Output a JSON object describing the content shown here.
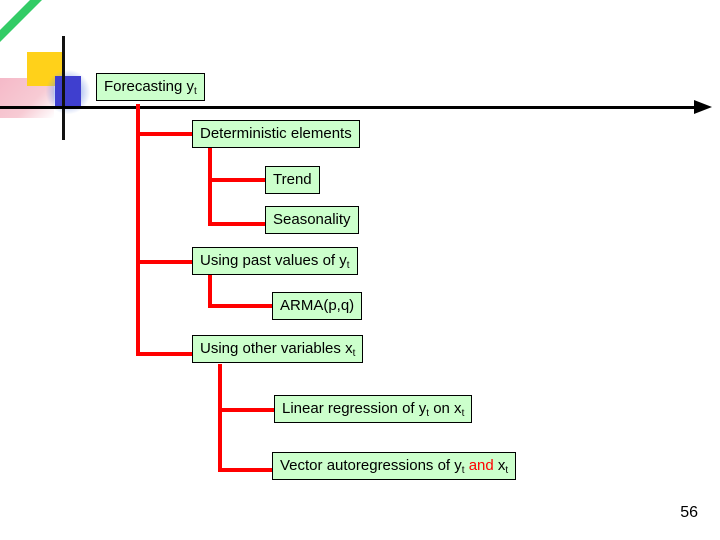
{
  "slide": {
    "page_number": "56",
    "accent_color": "#ff0000",
    "node_fill": "#ccffcc",
    "axis_color": "#000000",
    "nodes": [
      {
        "id": "forecasting",
        "text_main": "Forecasting y",
        "sub": "t",
        "text_tail": ""
      },
      {
        "id": "deterministic",
        "text_main": "Deterministic elements",
        "sub": "",
        "text_tail": ""
      },
      {
        "id": "trend",
        "text_main": "Trend",
        "sub": "",
        "text_tail": ""
      },
      {
        "id": "seasonality",
        "text_main": "Seasonality",
        "sub": "",
        "text_tail": ""
      },
      {
        "id": "past-values",
        "text_main": "Using past values of y",
        "sub": "t",
        "text_tail": ""
      },
      {
        "id": "arma",
        "text_main": "ARMA(p,q)",
        "sub": "",
        "text_tail": ""
      },
      {
        "id": "other-vars",
        "text_main": "Using other variables x",
        "sub": "t",
        "text_tail": ""
      },
      {
        "id": "linear-reg",
        "text_main": "Linear regression of y",
        "sub": "t",
        "text_tail": " on x",
        "sub2": "t"
      },
      {
        "id": "var",
        "text_main": "Vector autoregressions of y",
        "sub": "t",
        "text_tail_red": " and ",
        "text_tail": "x",
        "sub2": "t"
      }
    ]
  }
}
